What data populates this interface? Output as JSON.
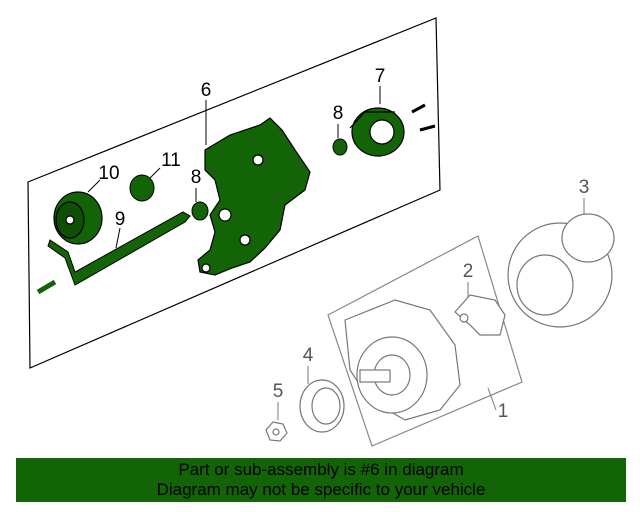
{
  "callouts": {
    "c1": "1",
    "c2": "2",
    "c3": "3",
    "c4": "4",
    "c5": "5",
    "c6": "6",
    "c7": "7",
    "c8a": "8",
    "c8b": "8",
    "c9": "9",
    "c10": "10",
    "c11": "11"
  },
  "banner": {
    "line1": "Part or sub-assembly is #6 in diagram",
    "line2": "Diagram may not be specific to your vehicle"
  },
  "colors": {
    "highlight": "#136307",
    "banner": "#136307"
  }
}
